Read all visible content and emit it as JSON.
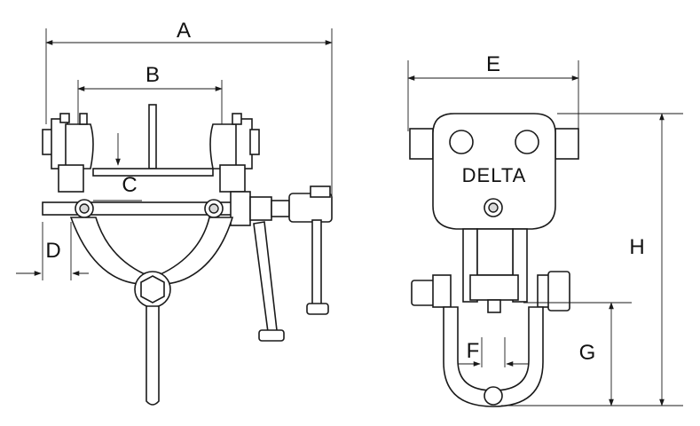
{
  "dimension_labels": {
    "a": "A",
    "b": "B",
    "c": "C",
    "d": "D",
    "e": "E",
    "f": "F",
    "g": "G",
    "h": "H"
  },
  "brand_text": "DELTA",
  "colors": {
    "line": "#1a1a1a",
    "part_fill": "#ffffff",
    "shade_fill": "#d9d9d9",
    "dark_fill": "#8a8a8a"
  }
}
